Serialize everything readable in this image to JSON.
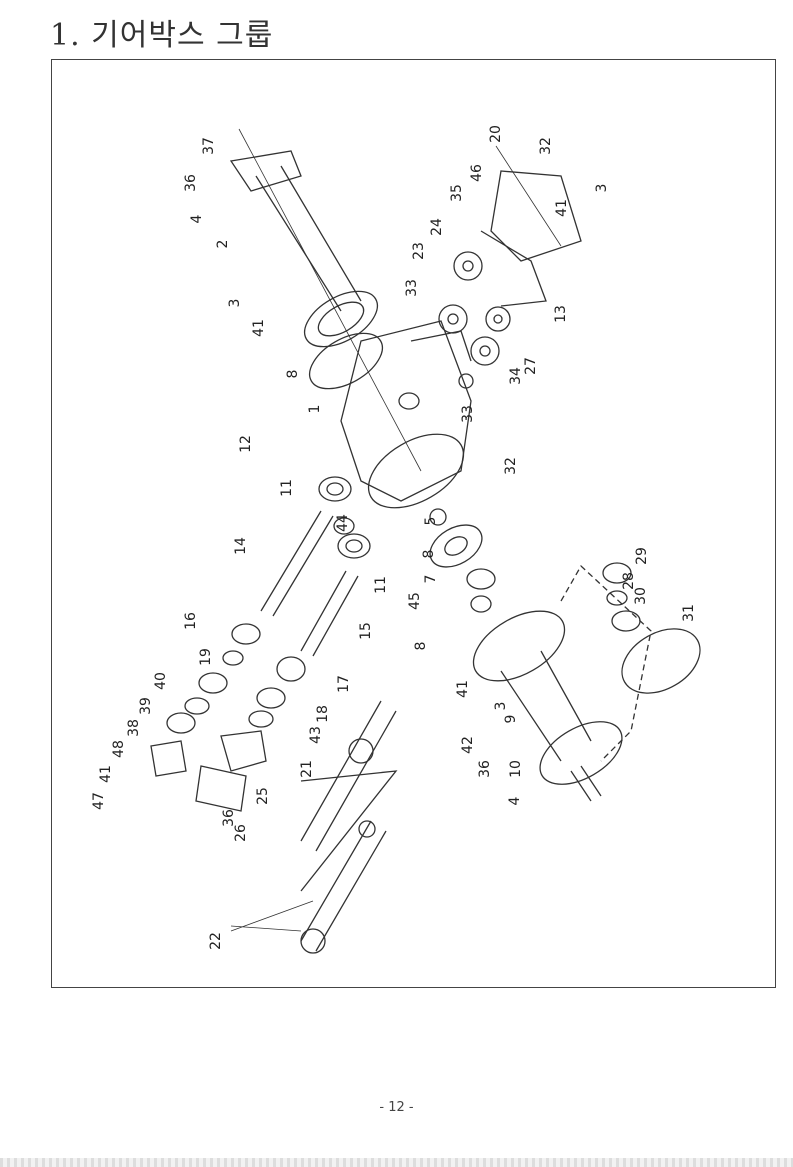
{
  "title": "1. 기어박스 그룹",
  "page_number": "- 12 -",
  "diagram": {
    "part_labels": [
      "37",
      "36",
      "4",
      "2",
      "3",
      "41",
      "8",
      "1",
      "12",
      "11",
      "14",
      "44",
      "11",
      "16",
      "19",
      "40",
      "39",
      "38",
      "48",
      "41",
      "47",
      "15",
      "17",
      "18",
      "43",
      "21",
      "25",
      "36",
      "26",
      "22",
      "20",
      "32",
      "46",
      "35",
      "41",
      "3",
      "24",
      "23",
      "33",
      "13",
      "27",
      "34",
      "33",
      "32",
      "5",
      "8",
      "7",
      "45",
      "29",
      "28",
      "30",
      "31",
      "8",
      "41",
      "3",
      "9",
      "42",
      "36",
      "10",
      "4"
    ]
  }
}
